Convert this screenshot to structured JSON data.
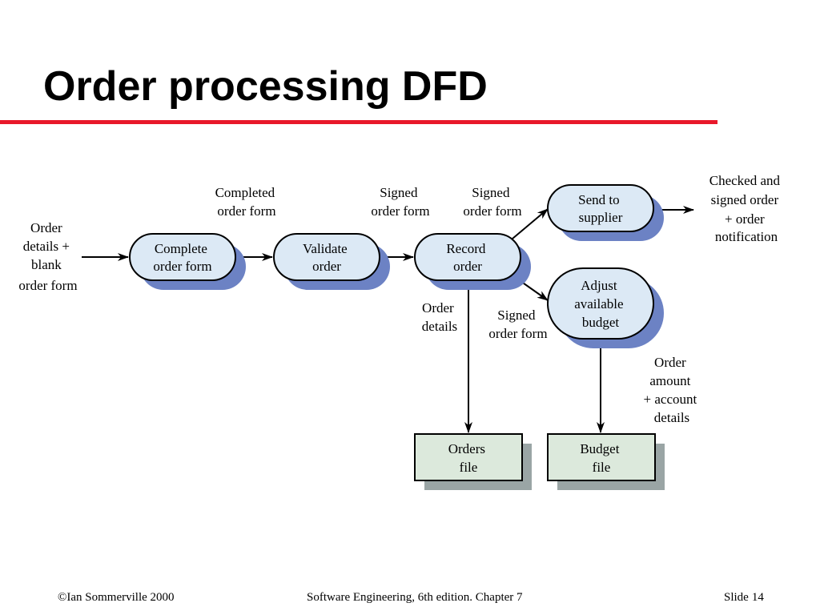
{
  "title": "Order processing DFD",
  "colors": {
    "process_fill": "#dce9f5",
    "process_shadow": "#6c82c4",
    "store_fill": "#dce9dc",
    "store_shadow": "#9aa5a5",
    "accent_rule": "#e8182a"
  },
  "processes": {
    "complete": [
      "Complete",
      "order form"
    ],
    "validate": [
      "Validate",
      "order"
    ],
    "record": [
      "Record",
      "order"
    ],
    "send": [
      "Send to",
      "supplier"
    ],
    "adjust": [
      "Adjust",
      "available",
      "budget"
    ]
  },
  "stores": {
    "orders": [
      "Orders",
      "file"
    ],
    "budget": [
      "Budget",
      "file"
    ]
  },
  "flows": {
    "input": [
      "Order",
      "details +",
      "blank",
      "order form"
    ],
    "completed": [
      "Completed",
      "order form"
    ],
    "signed1": [
      "Signed",
      "order form"
    ],
    "signed2": [
      "Signed",
      "order form"
    ],
    "signed3": [
      "Signed",
      "order form"
    ],
    "order_details": [
      "Order",
      "details"
    ],
    "output": [
      "Checked and",
      "signed order",
      "+ order",
      "notification"
    ],
    "order_amount": [
      "Order",
      "amount",
      "+ account",
      "details"
    ]
  },
  "footer": {
    "left": "©Ian Sommerville 2000",
    "center": "Software Engineering, 6th edition. Chapter 7",
    "slide_label": "Slide",
    "slide_number": "14"
  }
}
